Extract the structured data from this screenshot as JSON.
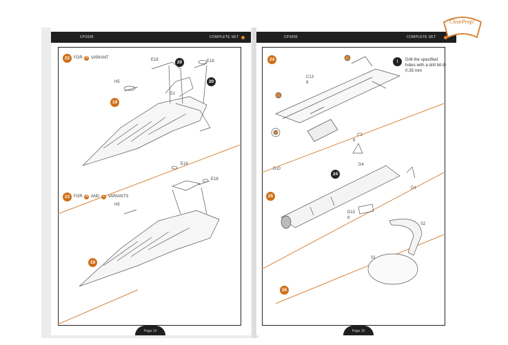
{
  "header": {
    "left_code": "CP3006",
    "left_title": "COMPLETE SET",
    "right_code": "CP3006",
    "right_title": "COMPLETE SET"
  },
  "left_page": {
    "step22": {
      "number": "22",
      "prefix": "FOR",
      "variant": "B",
      "suffix": "VARIANT"
    },
    "step23": {
      "number": "23",
      "prefix": "FOR",
      "variant_a": "A",
      "and": "AND",
      "variant_c": "C",
      "suffix": "VARIANTS"
    },
    "callouts_top": [
      "E18",
      "20",
      "E18",
      "20",
      "H5",
      "19",
      "G1"
    ],
    "callouts_bottom": [
      "E18",
      "E18",
      "H5",
      "18"
    ],
    "footer": "Page 14"
  },
  "right_page": {
    "step24": "24",
    "step25": "25",
    "step26": "26",
    "callout_24_inner": "24",
    "note_icon": "!",
    "note": "Drill the specified holes with a drill bit Ø 0.35 mm",
    "parts": [
      "C13",
      "C3",
      "D10",
      "D4",
      "D4",
      "D13",
      "S2",
      "S1"
    ],
    "qty": "8",
    "footer": "Page 15"
  },
  "logo": {
    "line1": "Clear",
    "line2": "Prop!"
  },
  "colors": {
    "accent": "#cf6f18",
    "header": "#1f1f1f",
    "line": "#444444"
  }
}
